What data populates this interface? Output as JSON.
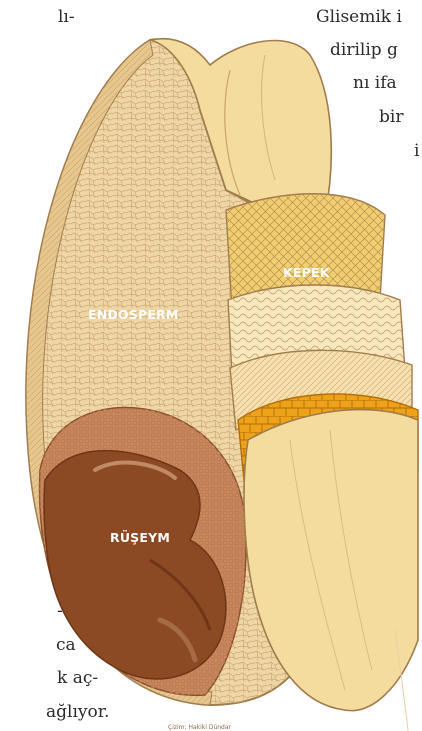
{
  "text_fragments": {
    "top_left": "lı-",
    "right_lines": [
      "Glisemik i",
      "dirilip g",
      "nı ifa",
      "bir",
      "i"
    ],
    "bottom_left_lines": [
      "-",
      "ca",
      "k aç-",
      "ağlıyor."
    ]
  },
  "diagram": {
    "labels": {
      "kepek": "KEPEK",
      "endosperm": "ENDOSPERM",
      "germ": "RÜŞEYM"
    },
    "caption": "Çizim: Hakiki Dündar"
  },
  "colors": {
    "outline": "#a07c4c",
    "endosperm": "#efd6a6",
    "germ": "#8b4a24",
    "germ_dark": "#6e3516",
    "scutellum": "#c9855b",
    "husk": "#f3dc9e",
    "bran_orange": "#eda21a",
    "bran_yellow": "#f0cf73"
  }
}
